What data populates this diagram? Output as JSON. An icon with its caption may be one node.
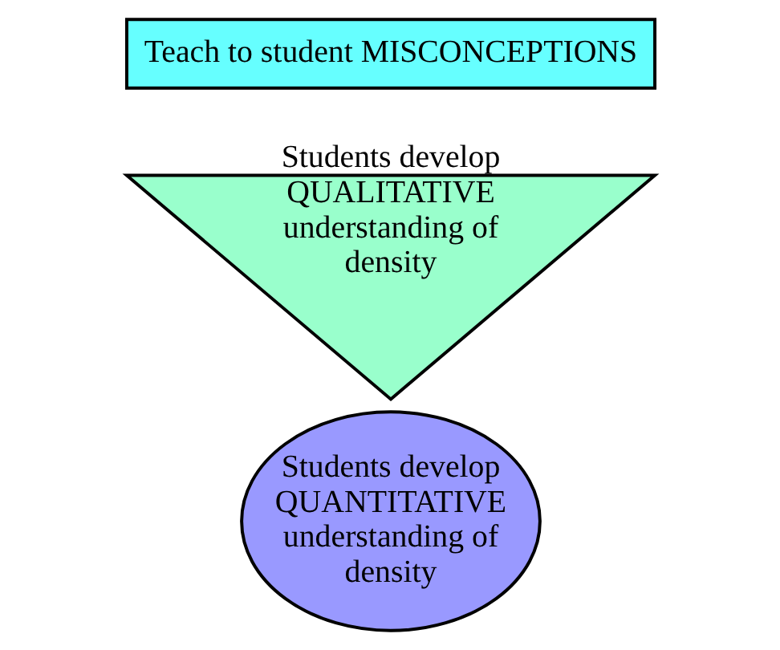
{
  "diagram": {
    "nodes": [
      {
        "text": [
          "Teach to student MISCONCEPTIONS"
        ]
      },
      {
        "text": [
          "Students develop QUALITATIVE understanding of density"
        ]
      },
      {
        "text": [
          "Students develop QUANTITATIVE understanding of density"
        ]
      }
    ]
  }
}
